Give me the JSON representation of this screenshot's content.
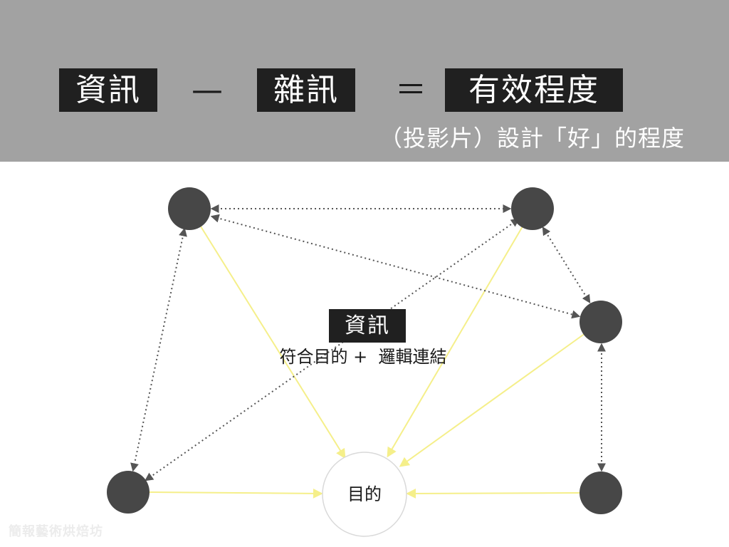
{
  "equation": {
    "term_1": "資訊",
    "operator_1": "—",
    "term_2": "雜訊",
    "operator_2": "＝",
    "result": "有效程度"
  },
  "subtitle": "（投影片）設計「好」的程度",
  "diagram": {
    "center_tag": "資訊",
    "center_description": "符合目的 +  邏輯連結",
    "goal_label": "目的",
    "node_color": "#474747",
    "goal_link_color": "#f5ef8a",
    "logic_link_color": "#555555"
  },
  "watermark": "簡報藝術烘焙坊"
}
